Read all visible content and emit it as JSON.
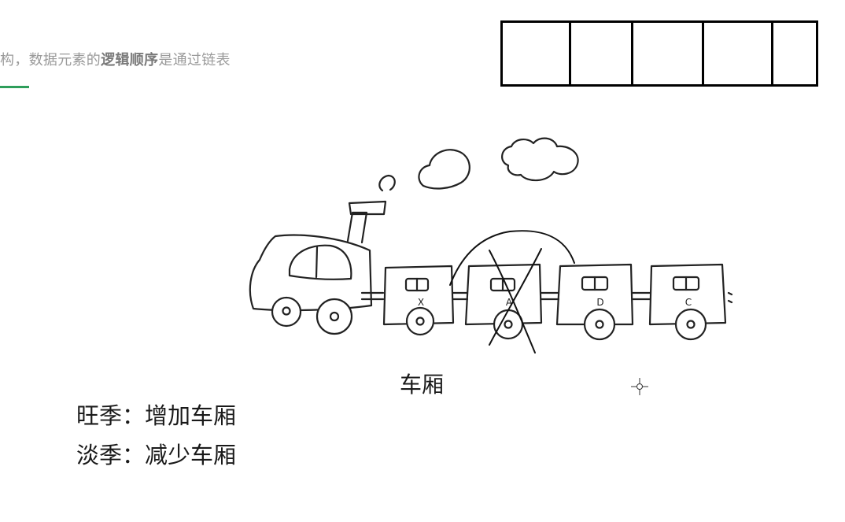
{
  "header": {
    "text_pre": "构，数据元素的",
    "text_bold": "逻辑顺序",
    "text_post": "是通过链表"
  },
  "diagram": {
    "box_count": 5,
    "car_labels": [
      "X",
      "A",
      "D",
      "C"
    ],
    "caption": "车厢"
  },
  "notes": {
    "peak": "旺季：增加车厢",
    "off_peak": "淡季：减少车厢"
  }
}
